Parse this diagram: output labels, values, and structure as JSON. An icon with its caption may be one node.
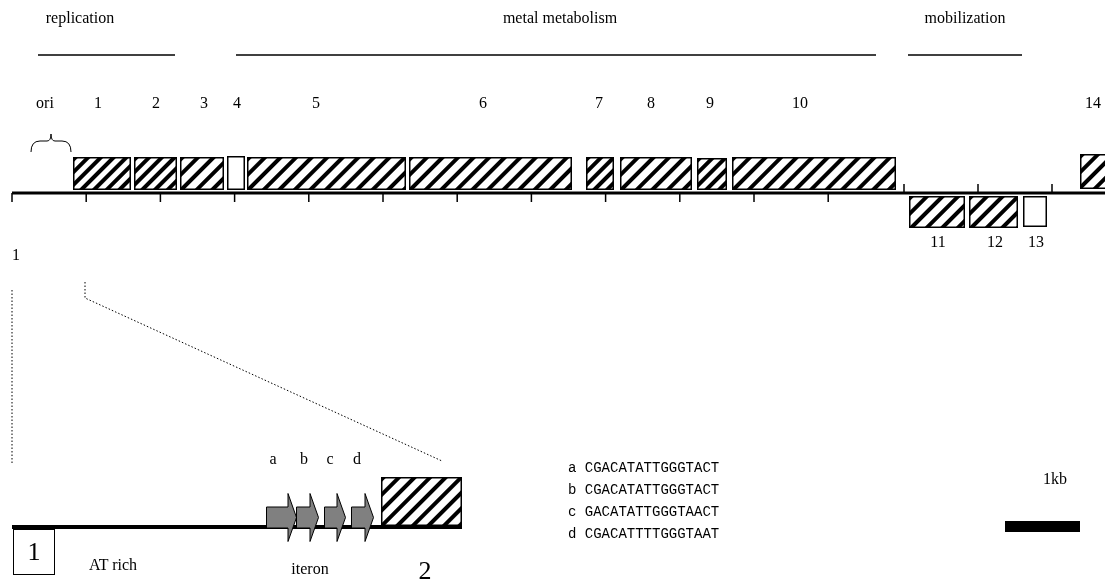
{
  "diagram": {
    "nodes": [
      {
        "text": [
          "1"
        ]
      },
      {
        "text": [
          "2"
        ]
      },
      {
        "text": [
          "3"
        ]
      },
      {
        "text": [
          "4"
        ]
      },
      {
        "text": [
          "5"
        ]
      },
      {
        "text": [
          "6"
        ]
      },
      {
        "text": [
          "7"
        ]
      },
      {
        "text": [
          "8"
        ]
      },
      {
        "text": [
          "9"
        ]
      },
      {
        "text": [
          "10"
        ]
      },
      {
        "text": [
          "11"
        ]
      },
      {
        "text": [
          "12"
        ]
      },
      {
        "text": [
          "13"
        ]
      },
      {
        "text": [
          "14"
        ]
      },
      {
        "text": [
          "1"
        ]
      },
      {
        "text": [],
        "shape": "arrow"
      },
      {
        "text": [],
        "shape": "arrow"
      },
      {
        "text": [],
        "shape": "arrow"
      },
      {
        "text": [],
        "shape": "arrow"
      },
      {
        "text": [
          "2"
        ]
      },
      {
        "text": [],
        "shape": "bar"
      }
    ],
    "labels": [
      "replication",
      "metal metabolism",
      "mobilization",
      "ori",
      "1",
      "a",
      "b",
      "c",
      "d",
      "a CGACATATTGGGTACT",
      "b CGACATATTGGGTACT",
      "c GACATATTGGGTAACT",
      "d CGACATTTTGGGTAAT",
      "1kb",
      "AT rich",
      "iteron"
    ]
  }
}
